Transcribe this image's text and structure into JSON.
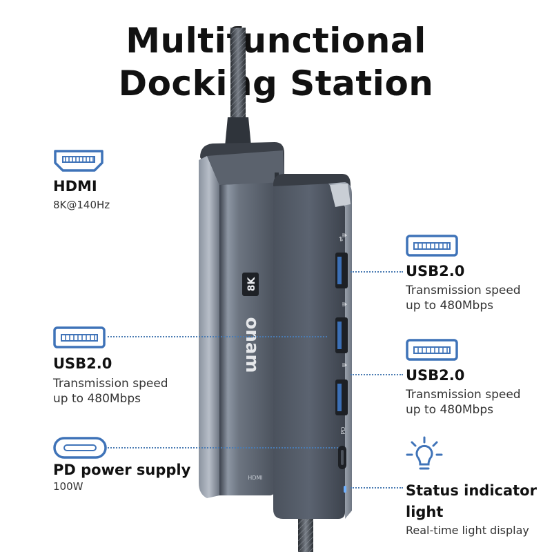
{
  "title": {
    "line1": "Multifunctional",
    "line2": "Docking Station"
  },
  "device": {
    "brand": "ɯɐuo",
    "badge": "8K",
    "hdmi_label": "HDMI",
    "pd_label": "PD"
  },
  "features": {
    "hdmi": {
      "name": "HDMI",
      "desc": "8K@140Hz",
      "icon": "hdmi-port-icon"
    },
    "usb_left": {
      "name": "USB2.0",
      "desc1": "Transmission speed",
      "desc2": "up to 480Mbps",
      "icon": "usb-a-port-icon"
    },
    "pd": {
      "name": "PD power supply",
      "desc": "100W",
      "icon": "usb-c-port-icon"
    },
    "usb_right_top": {
      "name": "USB2.0",
      "desc1": "Transmission speed",
      "desc2": "up to 480Mbps",
      "icon": "usb-a-port-icon"
    },
    "usb_right_bottom": {
      "name": "USB2.0",
      "desc1": "Transmission speed",
      "desc2": "up to 480Mbps",
      "icon": "usb-a-port-icon"
    },
    "status": {
      "name1": "Status indicator",
      "name2": "light",
      "desc": "Real-time light display",
      "icon": "lightbulb-icon"
    }
  },
  "colors": {
    "accent": "#3f73b8",
    "device_dark": "#4b5260",
    "device_light": "#8a93a0",
    "text": "#111111"
  }
}
